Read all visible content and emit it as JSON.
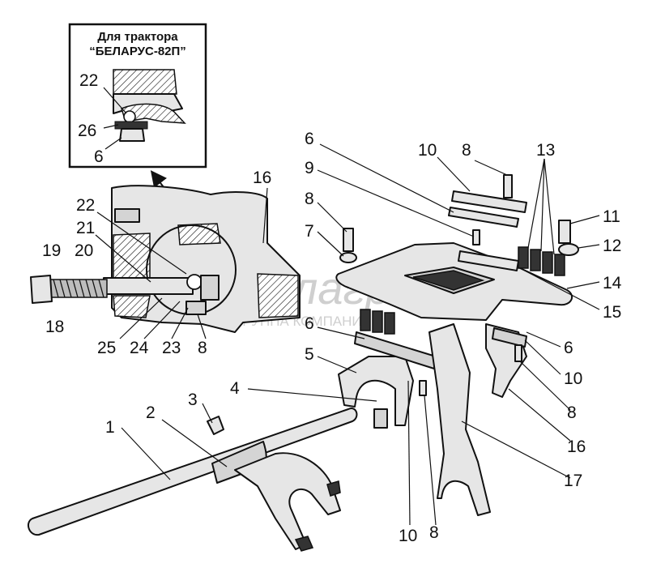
{
  "inset": {
    "title_line1": "Для трактора",
    "title_line2": "“БЕЛАРУС-82П”"
  },
  "watermark": {
    "main": "белагро",
    "sub": "ГРУППА КОМПАНИЙ"
  },
  "labels": [
    {
      "id": "inset-22",
      "text": "22"
    },
    {
      "id": "inset-26",
      "text": "26"
    },
    {
      "id": "inset-6",
      "text": "6"
    },
    {
      "id": "l16a",
      "text": "16"
    },
    {
      "id": "l22",
      "text": "22"
    },
    {
      "id": "l21",
      "text": "21"
    },
    {
      "id": "l19",
      "text": "19"
    },
    {
      "id": "l20",
      "text": "20"
    },
    {
      "id": "l18",
      "text": "18"
    },
    {
      "id": "l25",
      "text": "25"
    },
    {
      "id": "l24",
      "text": "24"
    },
    {
      "id": "l23",
      "text": "23"
    },
    {
      "id": "l8a",
      "text": "8"
    },
    {
      "id": "l6a",
      "text": "6"
    },
    {
      "id": "l9",
      "text": "9"
    },
    {
      "id": "l10a",
      "text": "10"
    },
    {
      "id": "l8b",
      "text": "8"
    },
    {
      "id": "l13",
      "text": "13"
    },
    {
      "id": "l8c",
      "text": "8"
    },
    {
      "id": "l7",
      "text": "7"
    },
    {
      "id": "l11",
      "text": "11"
    },
    {
      "id": "l12",
      "text": "12"
    },
    {
      "id": "l14",
      "text": "14"
    },
    {
      "id": "l15",
      "text": "15"
    },
    {
      "id": "l6b",
      "text": "6"
    },
    {
      "id": "l6c",
      "text": "6"
    },
    {
      "id": "l5",
      "text": "5"
    },
    {
      "id": "l10b",
      "text": "10"
    },
    {
      "id": "l4",
      "text": "4"
    },
    {
      "id": "l8d",
      "text": "8"
    },
    {
      "id": "l3",
      "text": "3"
    },
    {
      "id": "l16b",
      "text": "16"
    },
    {
      "id": "l2",
      "text": "2"
    },
    {
      "id": "l1",
      "text": "1"
    },
    {
      "id": "l17",
      "text": "17"
    },
    {
      "id": "l10c",
      "text": "10"
    },
    {
      "id": "l8e",
      "text": "8"
    }
  ]
}
